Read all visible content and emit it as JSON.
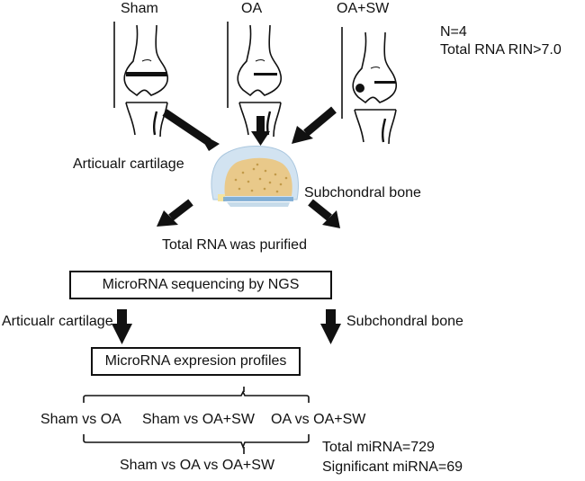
{
  "groups": [
    {
      "label": "Sham",
      "lesion": false
    },
    {
      "label": "OA",
      "lesion": false
    },
    {
      "label": "OA+SW",
      "lesion": true
    }
  ],
  "notes": {
    "n": "N=4",
    "rin": "Total RNA RIN>7.0"
  },
  "tissue": {
    "left_label": "Articualr cartilage",
    "right_label": "Subchondral bone"
  },
  "purified_label": "Total RNA was purified",
  "sequencing_box": "MicroRNA sequencing by NGS",
  "split": {
    "left_label": "Articualr cartilage",
    "right_label": "Subchondral bone"
  },
  "profiles_box": "MicroRNA expresion profiles",
  "comparisons": [
    "Sham vs OA",
    "Sham vs OA+SW",
    "OA vs OA+SW"
  ],
  "combined_comparison": "Sham vs OA vs OA+SW",
  "results": {
    "total": "Total miRNA=729",
    "significant": "Significant miRNA=69"
  },
  "colors": {
    "ink": "#111111",
    "cartilage": "#c9dced",
    "bone": "#e9c98a",
    "bone_speckle": "#b98f3a",
    "tidemark": "#6fa3cf"
  }
}
